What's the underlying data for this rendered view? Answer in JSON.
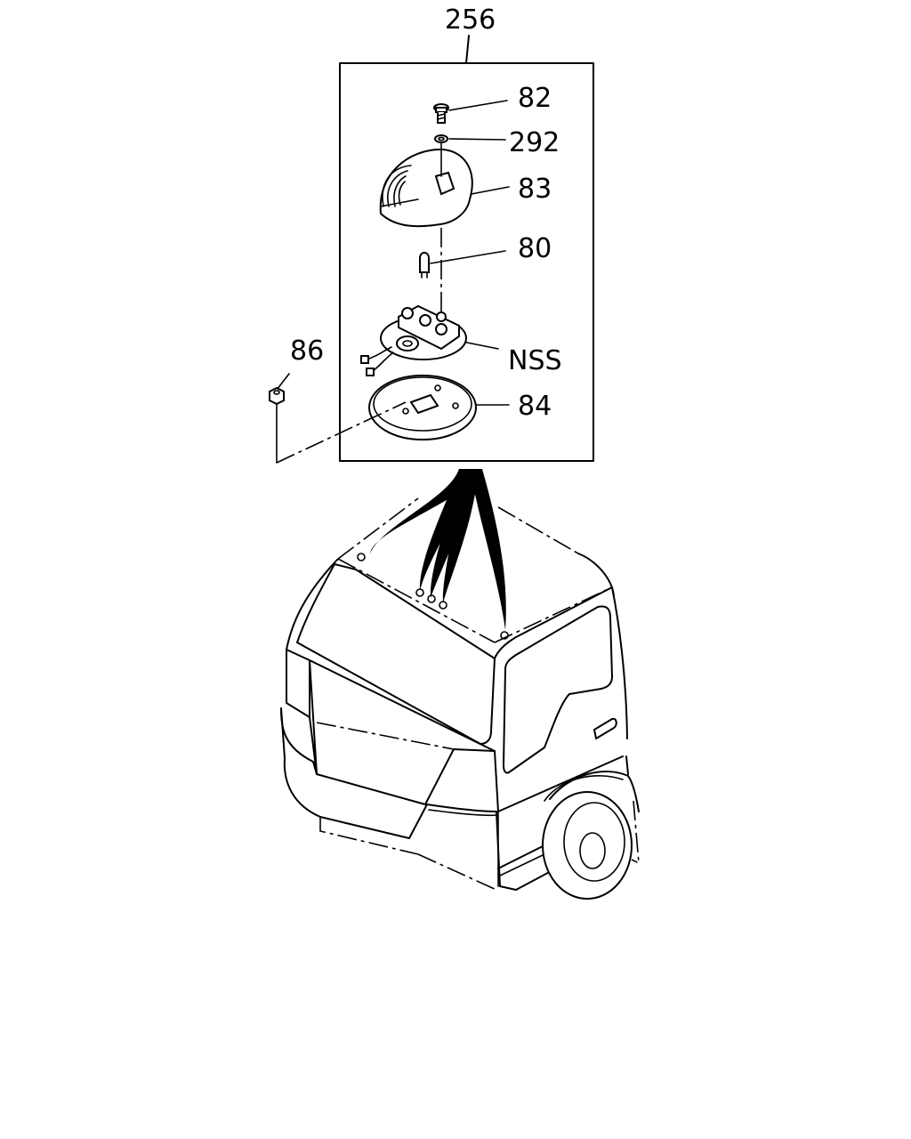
{
  "callouts": {
    "assembly": "256",
    "screw": "82",
    "washer": "292",
    "lens": "83",
    "bulb": "80",
    "socket": "NSS",
    "base": "84",
    "nut": "86"
  }
}
